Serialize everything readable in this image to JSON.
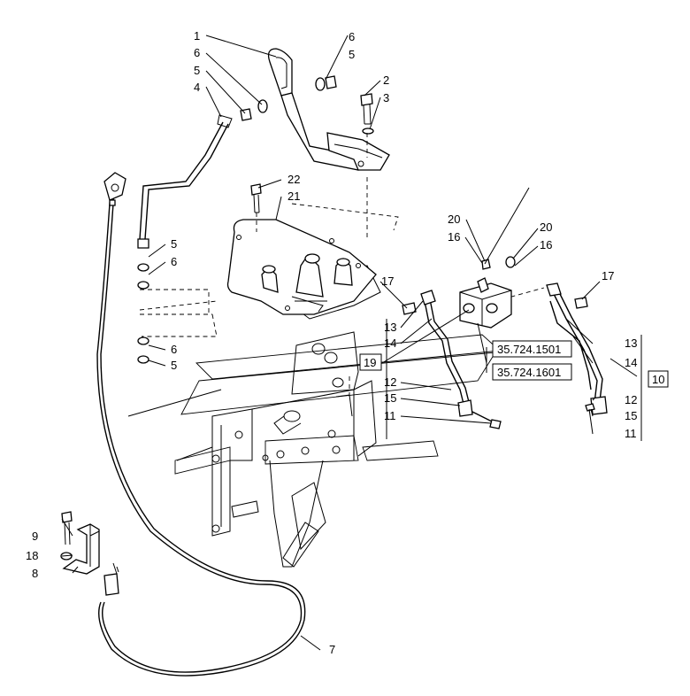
{
  "diagram": {
    "callouts": {
      "c1": "1",
      "c6_top_right": "6",
      "c5_top_right": "5",
      "c6_top_left": "6",
      "c5_top_left": "5",
      "c4": "4",
      "c2": "2",
      "c3": "3",
      "c22": "22",
      "c21": "21",
      "c5_mid": "5",
      "c6_mid": "6",
      "c6_low": "6",
      "c5_low": "5",
      "c20_left": "20",
      "c16_left": "16",
      "c20_right": "20",
      "c16_right": "16",
      "c17_left": "17",
      "c13_left": "13",
      "c14_left": "14",
      "c12_left": "12",
      "c15_left": "15",
      "c11_left": "11",
      "c17_right": "17",
      "c13_right": "13",
      "c14_right": "14",
      "c12_right": "12",
      "c15_right": "15",
      "c11_right": "11",
      "c9": "9",
      "c18": "18",
      "c8": "8",
      "c7": "7"
    },
    "boxed": {
      "ref_box_19": "19",
      "ref_box_10": "10",
      "ref_1501": "35.724.1501",
      "ref_1601": "35.724.1601"
    }
  }
}
